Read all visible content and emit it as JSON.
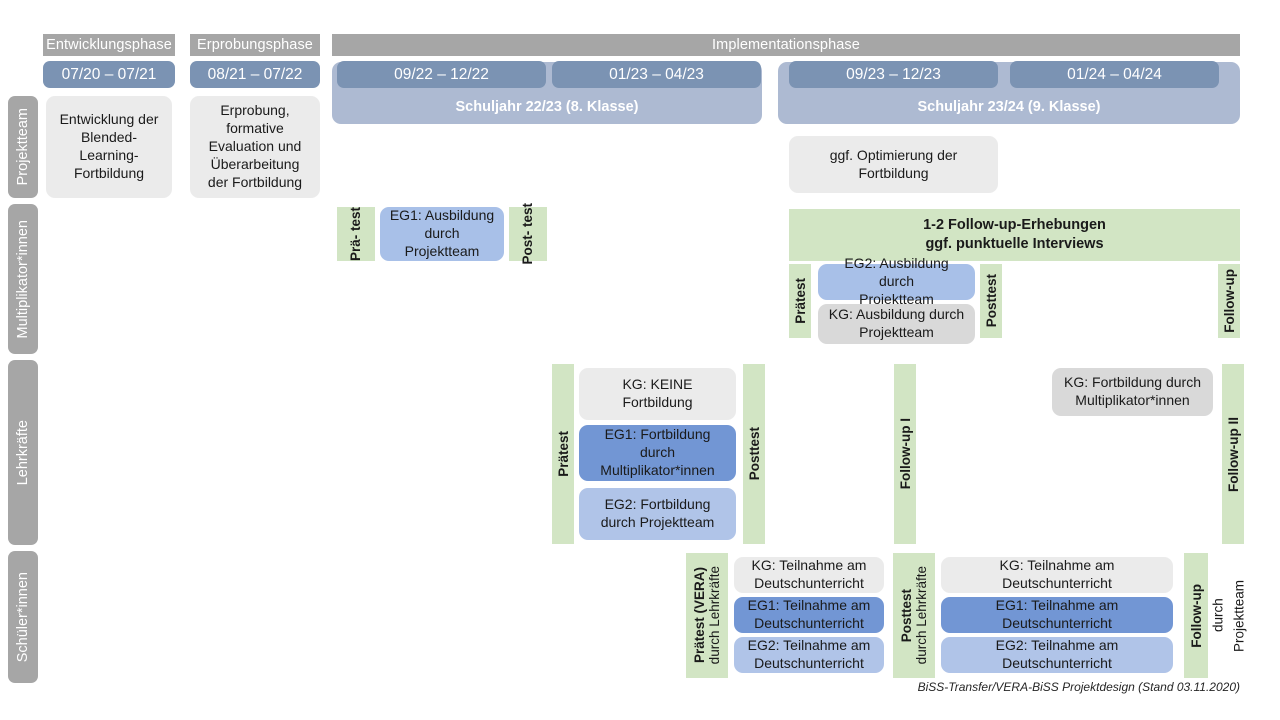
{
  "phases": [
    {
      "label": "Entwicklungsphase"
    },
    {
      "label": "Erprobungsphase"
    },
    {
      "label": "Implementationsphase"
    }
  ],
  "periods": [
    {
      "label": "07/20 – 07/21"
    },
    {
      "label": "08/21 – 07/22"
    },
    {
      "label": "09/22 – 12/22"
    },
    {
      "label": "01/23 – 04/23"
    },
    {
      "label": "09/23 – 12/23"
    },
    {
      "label": "01/24 – 04/24"
    }
  ],
  "school_years": [
    {
      "label": "Schuljahr 22/23 (8. Klasse)"
    },
    {
      "label": "Schuljahr 23/24 (9. Klasse)"
    }
  ],
  "row_labels": [
    {
      "label": "Projektteam"
    },
    {
      "label": "Multiplikator*innen"
    },
    {
      "label": "Lehrkräfte"
    },
    {
      "label": "Schüler*innen"
    }
  ],
  "projektteam": {
    "entwicklung": "Entwicklung der\nBlended-\nLearning-\nFortbildung",
    "erprobung": "Erprobung,\nformative\nEvaluation und\nÜberarbeitung\nder Fortbildung",
    "optimierung": "ggf. Optimierung der\nFortbildung"
  },
  "multiplikator": {
    "praetest_1": "Prä-\ntest",
    "eg1": "EG1: Ausbildung durch\nProjektteam",
    "posttest_1": "Post-\ntest",
    "followup_band": "1-2 Follow-up-Erhebungen\nggf. punktuelle Interviews",
    "praetest_2": "Prätest",
    "eg2": "EG2: Ausbildung durch\nProjektteam",
    "kg": "KG: Ausbildung durch\nProjektteam",
    "posttest_2": "Posttest",
    "followup": "Follow-up"
  },
  "lehrkraefte": {
    "praetest": "Prätest",
    "kg_keine": "KG:  KEINE\nFortbildung",
    "eg1": "EG1: Fortbildung\ndurch\nMultiplikator*innen",
    "eg2": "EG2: Fortbildung\ndurch Projektteam",
    "posttest": "Posttest",
    "followup_1": "Follow-up I",
    "kg_fortbildung": "KG: Fortbildung durch\nMultiplikator*innen",
    "followup_2": "Follow-up II"
  },
  "schueler": {
    "praetest_bold": "Prätest (VERA)",
    "praetest_sub": "durch Lehrkräfte",
    "kg_left": "KG: Teilnahme am\nDeutschunterricht",
    "eg1_left": "EG1: Teilnahme am\nDeutschunterricht",
    "eg2_left": "EG2: Teilnahme am\nDeutschunterricht",
    "posttest_bold": "Posttest",
    "posttest_sub": "durch Lehrkräfte",
    "kg_right": "KG: Teilnahme am\nDeutschunterricht",
    "eg1_right": "EG1: Teilnahme am\nDeutschunterricht",
    "eg2_right": "EG2: Teilnahme am\nDeutschunterricht",
    "followup_bold": "Follow-up",
    "followup_sub": "durch",
    "followup_sub2": "Projektteam"
  },
  "footer": "BiSS-Transfer/VERA-BiSS Projektdesign (Stand 03.11.2020)",
  "colors": {
    "phase_header": "#a6a6a6",
    "period": "#7b93b3",
    "school_year": "#adbad2",
    "row_label": "#a6a6a6",
    "green": "#d2e5c4",
    "grey_card": "#ebebeb",
    "grey_card_dark": "#d9d9d9",
    "eg1_blue": "#7296d4",
    "eg2_blue": "#a8c0e8"
  }
}
